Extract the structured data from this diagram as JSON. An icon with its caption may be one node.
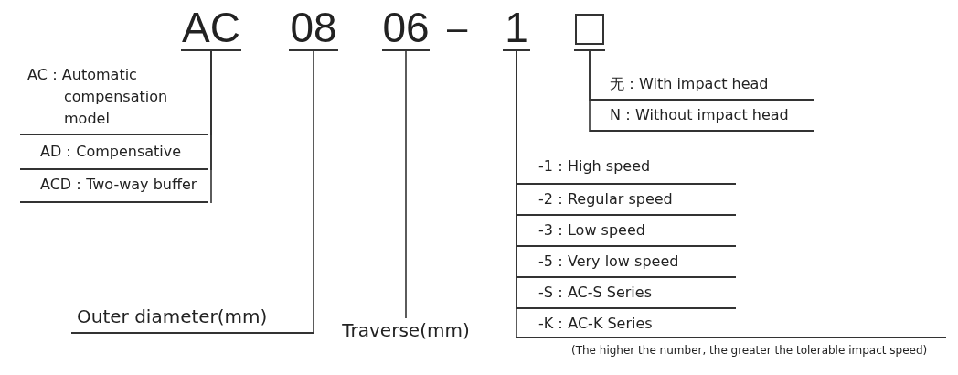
{
  "diagram": {
    "nodes": [
      {
        "text": [
          "AC"
        ]
      },
      {
        "text": [
          "08"
        ]
      },
      {
        "text": [
          "06"
        ]
      },
      {
        "text": [
          "1"
        ]
      },
      {
        "text": [],
        "shape": "box"
      },
      {
        "text": [
          "AC：Automatic compensation model"
        ]
      },
      {
        "text": [
          "AD：Compensative"
        ]
      },
      {
        "text": [
          "ACD：Two-way buffer"
        ]
      },
      {
        "text": [
          "Outer diameter(mm)"
        ]
      },
      {
        "text": [
          "Traverse(mm)"
        ]
      },
      {
        "text": [
          "-1：High speed"
        ]
      },
      {
        "text": [
          "-2：Regular speed"
        ]
      },
      {
        "text": [
          "-3：Low speed"
        ]
      },
      {
        "text": [
          "-5：Very low speed"
        ]
      },
      {
        "text": [
          "-S：AC-S Series"
        ]
      },
      {
        "text": [
          "-K：AC-K Series"
        ]
      },
      {
        "text": [
          "无：With impact head"
        ]
      },
      {
        "text": [
          "N：Without impact head"
        ]
      }
    ],
    "edges": [
      {
        "from": 0,
        "to": 5,
        "arrow": "none"
      },
      {
        "from": 0,
        "to": 6,
        "arrow": "none"
      },
      {
        "from": 0,
        "to": 7,
        "arrow": "none"
      },
      {
        "from": 1,
        "to": 8,
        "arrow": "none"
      },
      {
        "from": 2,
        "to": 9,
        "arrow": "none"
      },
      {
        "from": 3,
        "to": 10,
        "arrow": "none"
      },
      {
        "from": 3,
        "to": 11,
        "arrow": "none"
      },
      {
        "from": 3,
        "to": 12,
        "arrow": "none"
      },
      {
        "from": 3,
        "to": 13,
        "arrow": "none"
      },
      {
        "from": 3,
        "to": 14,
        "arrow": "none"
      },
      {
        "from": 3,
        "to": 15,
        "arrow": "none"
      },
      {
        "from": 4,
        "to": 16,
        "arrow": "none"
      },
      {
        "from": 4,
        "to": 17,
        "arrow": "none"
      }
    ],
    "labels": [
      "–",
      "(The higher the number, the greater the tolerable impact speed)"
    ]
  }
}
